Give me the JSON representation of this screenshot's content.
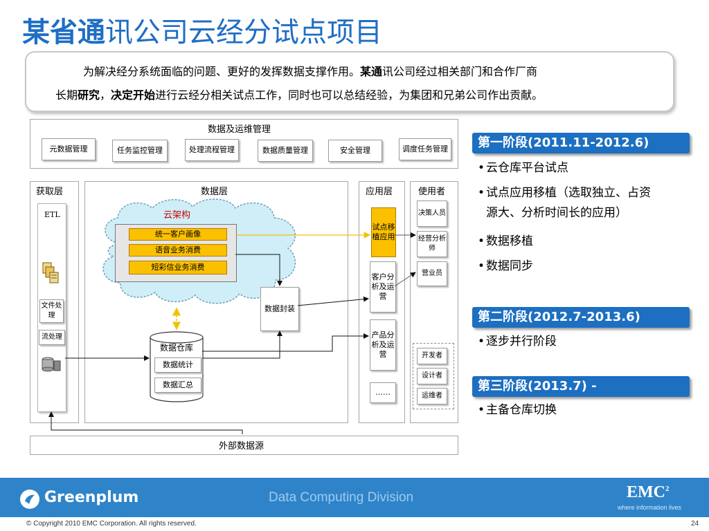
{
  "title": {
    "bold": "某省通",
    "rest": "讯公司云经分试点项目"
  },
  "intro": {
    "line1_a": "为解决经分系统面临的问题、更好的发挥数据支撑作用。",
    "line1_b": "某通",
    "line1_c": "讯公司经过相关部门和合作厂商",
    "line2_a": "长期",
    "line2_b": "研究",
    "line2_c": "，",
    "line2_d": "决定开始",
    "line2_e": "进行云经分相关试点工作，同时也可以总结经验，为集团和兄弟公司作出贡献。"
  },
  "diagram": {
    "ops": {
      "title": "数据及运维管理",
      "items": [
        "元数据管理",
        "任务监控管理",
        "处理流程管理",
        "数据质量管理",
        "安全管理",
        "调度任务管理"
      ]
    },
    "acquire": {
      "title": "获取层",
      "etl": "ETL",
      "file": "文件处理",
      "stream": "流处理"
    },
    "data_layer": {
      "title": "数据层",
      "cloud": "云架构",
      "cloud_items": [
        "统一客户画像",
        "语音业务消费",
        "短彩信业务消费"
      ],
      "packaging": "数据封装",
      "warehouse": "数据仓库",
      "wh_items": [
        "数据统计",
        "数据汇总"
      ]
    },
    "app_layer": {
      "title": "应用层",
      "items": [
        "试点移植应用",
        "客户分析及运营",
        "产品分析及运营",
        "……"
      ]
    },
    "users": {
      "title": "使用者",
      "items": [
        "决策人员",
        "经营分析师",
        "营业员",
        "开发者",
        "设计者",
        "运维者"
      ]
    },
    "external": "外部数据源"
  },
  "stages": [
    {
      "title": "第一阶段(2011.11-2012.6)",
      "bullets": [
        "云仓库平台试点",
        "试点应用移植（选取独立、占资",
        "源大、分析时间长的应用）",
        "数据移植",
        "数据同步"
      ]
    },
    {
      "title": "第二阶段(2012.7-2013.6)",
      "bullets": [
        "逐步并行阶段"
      ]
    },
    {
      "title": "第三阶段(2013.7) -",
      "bullets": [
        "主备仓库切换"
      ]
    }
  ],
  "footer": {
    "brand": "Greenplum",
    "division": "Data Computing Division",
    "emc": "EMC",
    "emc_sup": "2",
    "emc_tag": "where information lives",
    "copyright": "© Copyright 2010 EMC Corporation. All rights reserved.",
    "page": "24"
  },
  "colors": {
    "accent": "#1f6ec4",
    "stage": "#1c6fc1",
    "footer": "#2f84c9",
    "highlight": "#fbc000",
    "cloud": "#cfeef8"
  }
}
